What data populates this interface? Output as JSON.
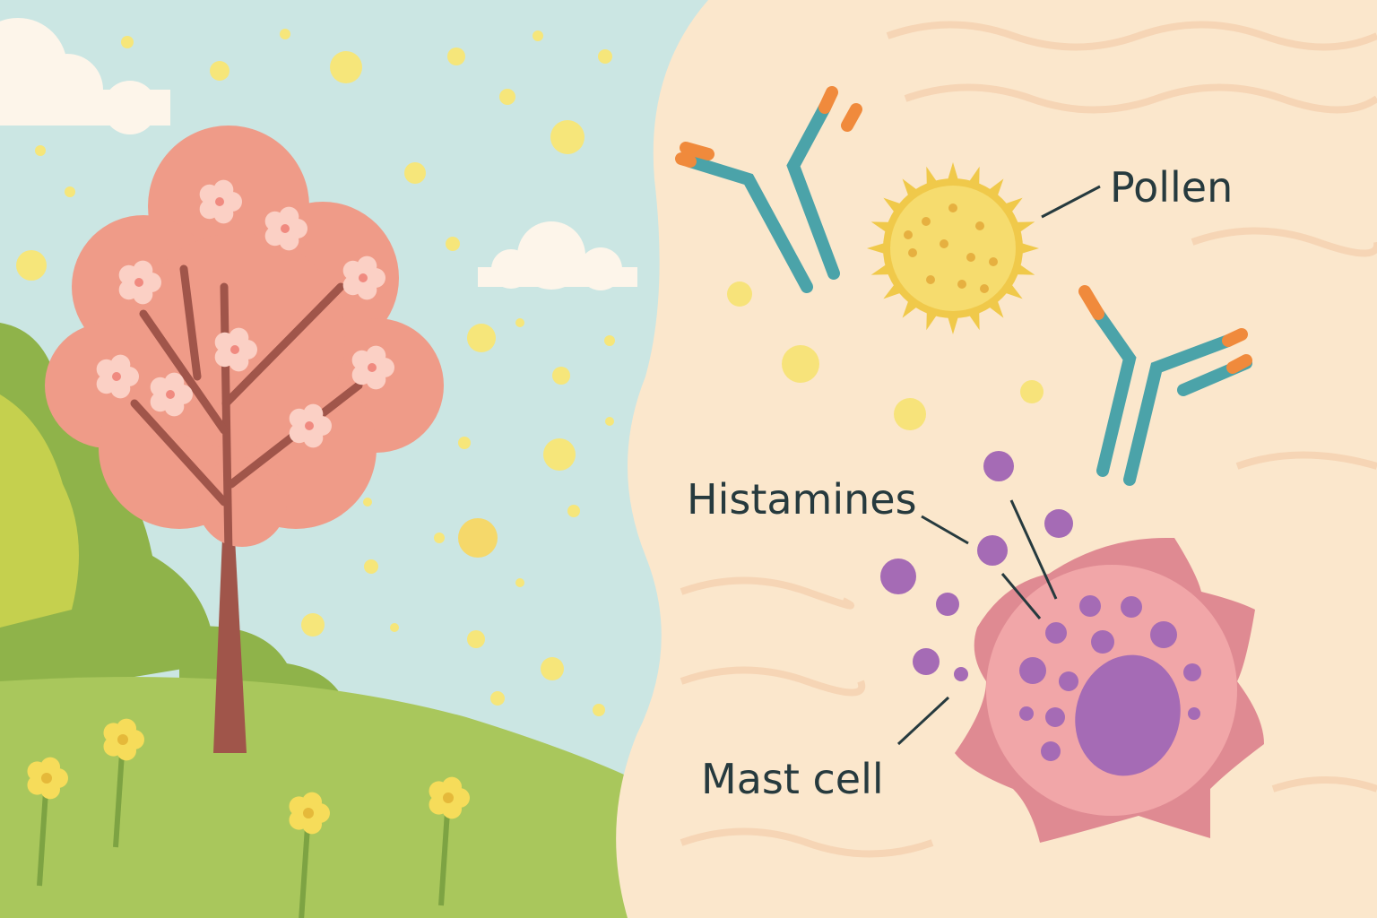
{
  "labels": {
    "pollen": "Pollen",
    "histamines": "Histamines",
    "mast_cell": "Mast cell"
  },
  "colors": {
    "sky": "#cbe6e3",
    "tissue_background": "#fbe7cc",
    "grass": "#a9c75c",
    "blossom": "#ef9b88",
    "trunk": "#a0554a",
    "pollen": "#f2d262",
    "antibody": "#4ba3a9",
    "antibody_tip": "#f08a3c",
    "histamine": "#a56bb5",
    "mast_cell": "#e08b93",
    "label_text": "#263a3e"
  }
}
